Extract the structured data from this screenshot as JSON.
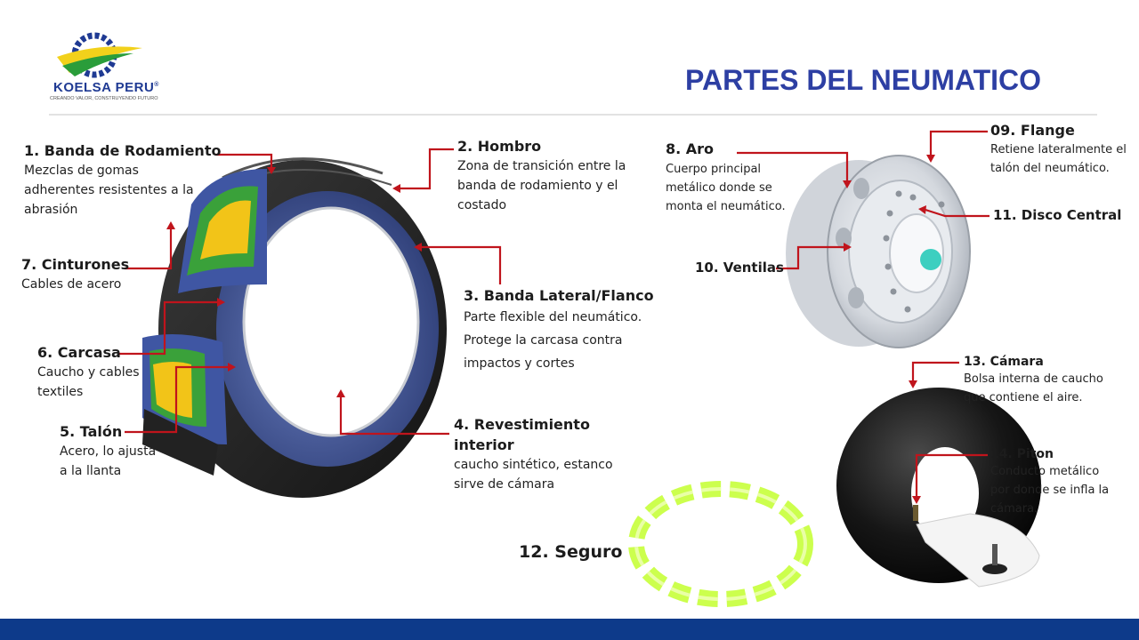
{
  "header": {
    "title": "PARTES DEL NEUMATICO",
    "logo_text": "KOELSA PERU",
    "logo_registered": "®",
    "logo_tagline": "CREANDO VALOR, CONSTRUYENDO FUTURO"
  },
  "labels": {
    "p1": {
      "title": "1. Banda de Rodamiento",
      "lines": [
        "Mezclas de gomas",
        "adherentes resistentes a la",
        "abrasión"
      ]
    },
    "p2": {
      "title": "2. Hombro",
      "lines": [
        "Zona de transición entre la",
        "banda de rodamiento y el",
        "costado"
      ]
    },
    "p3": {
      "title": "3. Banda Lateral/Flanco",
      "lines": [
        "Parte flexible del neumático.",
        "Protege la carcasa contra",
        "impactos y cortes"
      ]
    },
    "p4": {
      "title_lines": [
        "4. Revestimiento",
        "interior"
      ],
      "lines": [
        "caucho sintético, estanco",
        "sirve de cámara"
      ]
    },
    "p5": {
      "title": "5. Talón",
      "lines": [
        "Acero, lo ajusta",
        "a la llanta"
      ]
    },
    "p6": {
      "title": "6. Carcasa",
      "lines": [
        "Caucho y cables",
        "textiles"
      ]
    },
    "p7": {
      "title": "7. Cinturones",
      "lines": [
        "Cables de acero"
      ]
    },
    "p8": {
      "title": "8. Aro",
      "lines": [
        "Cuerpo principal",
        "metálico donde se",
        "monta el neumático."
      ]
    },
    "p9": {
      "title": "09. Flange",
      "lines": [
        "Retiene lateralmente el",
        "talón del neumático."
      ]
    },
    "p10": {
      "title": "10. Ventilas"
    },
    "p11": {
      "title": "11. Disco Central"
    },
    "p12": {
      "title": "12. Seguro"
    },
    "p13": {
      "title": "13. Cámara",
      "lines": [
        "Bolsa interna de caucho",
        "que contiene el aire."
      ]
    },
    "p14": {
      "title": "14. Piton",
      "lines": [
        "Conducto metálico",
        "por donde se infla la",
        "cámara."
      ]
    }
  },
  "colors": {
    "title": "#2d3fa3",
    "leader_line": "#c0141c",
    "bottom_bar": "#0d3a8a",
    "tire_rubber": "#2a2a2a",
    "liner_blue": "#4a5fa0",
    "belt_yellow": "#f2c418",
    "belt_green": "#3aa13a",
    "rim_silver": "#d9dde3",
    "lock_ring": "#c6ff3a"
  },
  "icons": [
    "gear-icon",
    "tire-cutaway",
    "wheel-rim",
    "inner-tube",
    "lock-ring"
  ]
}
